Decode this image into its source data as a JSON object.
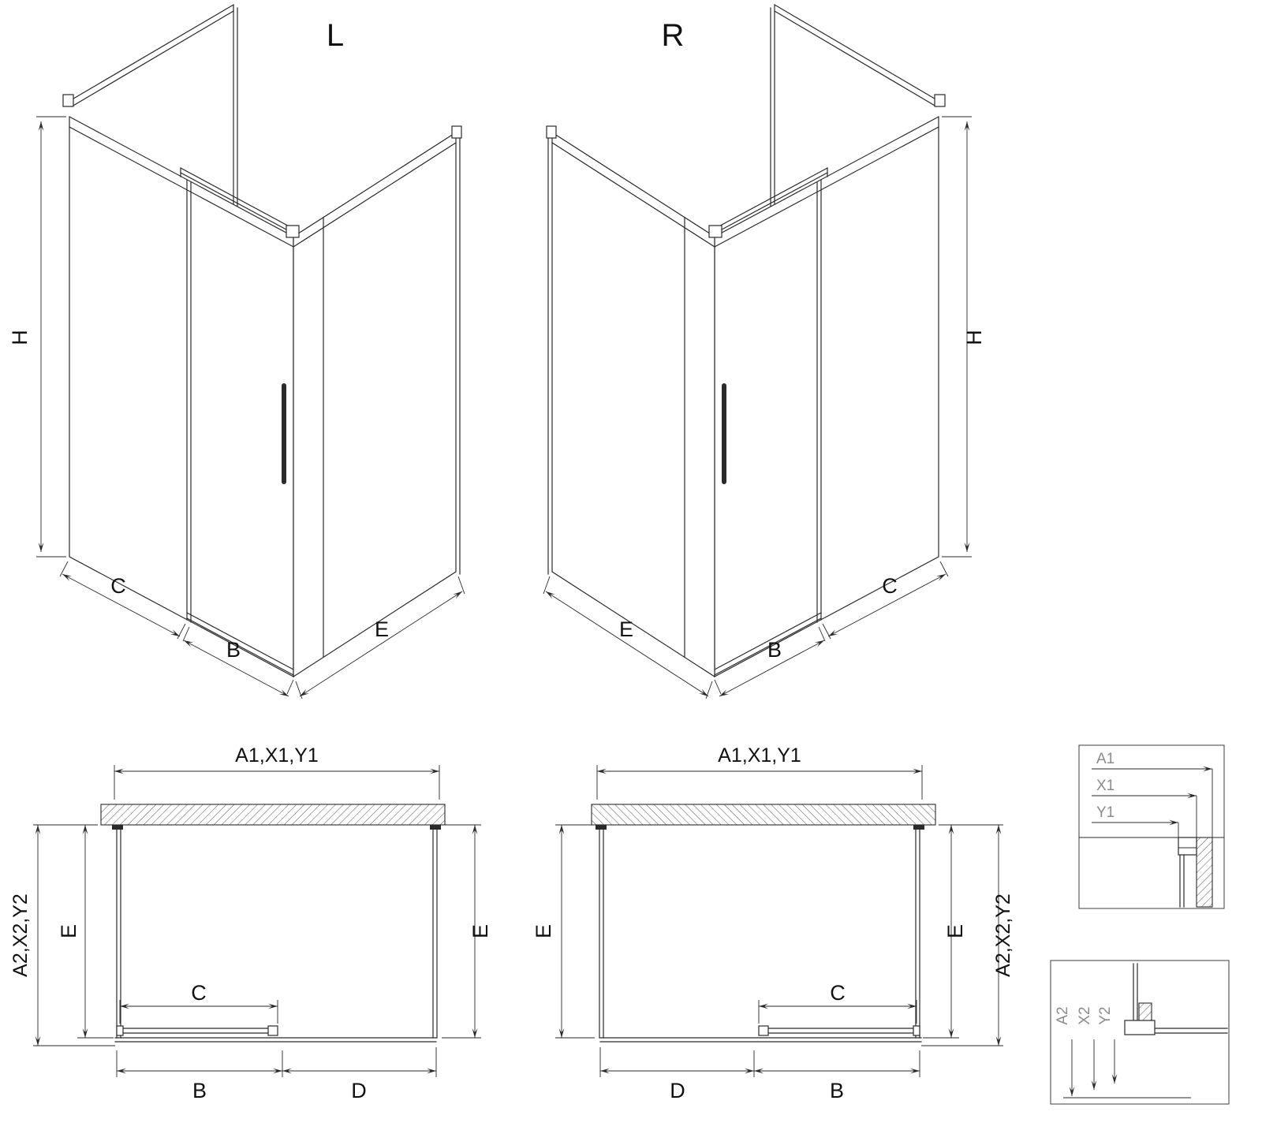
{
  "drawing": {
    "background": "#ffffff",
    "line_color": "#2a2a2a"
  },
  "iso_left": {
    "variant_label": "L",
    "dim_height": "H",
    "dim_fixed": "C",
    "dim_door": "B",
    "dim_side": "E"
  },
  "iso_right": {
    "variant_label": "R",
    "dim_height": "H",
    "dim_fixed": "C",
    "dim_door": "B",
    "dim_side": "E"
  },
  "plan_left": {
    "dim_top": "A1,X1,Y1",
    "dim_side_outer": "A2,X2,Y2",
    "dim_e_left": "E",
    "dim_e_right": "E",
    "dim_c": "C",
    "dim_b": "B",
    "dim_d": "D"
  },
  "plan_right": {
    "dim_top": "A1,X1,Y1",
    "dim_side_outer": "A2,X2,Y2",
    "dim_e_left": "E",
    "dim_e_right": "E",
    "dim_c": "C",
    "dim_b": "B",
    "dim_d": "D"
  },
  "detail_top": {
    "dim_a": "A1",
    "dim_x": "X1",
    "dim_y": "Y1"
  },
  "detail_bottom": {
    "dim_a": "A2",
    "dim_x": "X2",
    "dim_y": "Y2"
  }
}
